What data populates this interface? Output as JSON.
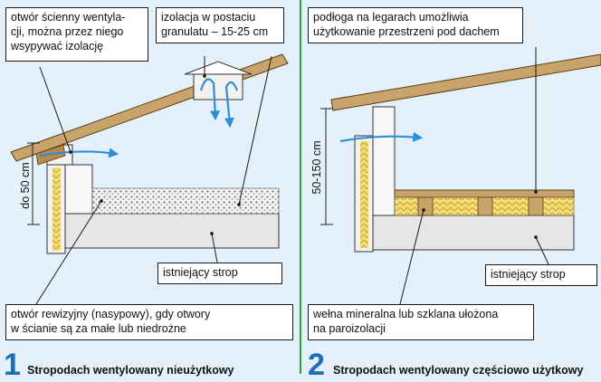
{
  "panels": [
    {
      "number": "1",
      "title": "Stropodach wentylowany nieużytkowy",
      "dimension": "do 50 cm",
      "labels": {
        "wall_vent": "otwór ścienny wentyla-\ncji, można przez niego\nwsypywać izolację",
        "insulation": "izolacja w postaciu\ngranulatu – 15-25 cm",
        "ceiling": "istniejący strop",
        "inspection": "otwór rewizyjny (nasypowy), gdy otwory\nw ścianie są za małe lub niedrożne"
      }
    },
    {
      "number": "2",
      "title": "Stropodach wentylowany częściowo użytkowy",
      "dimension": "50-150 cm",
      "labels": {
        "floor": "podłoga na legarach umożliwia\nużytkowanie przestrzeni pod dachem",
        "ceiling": "istniejący strop",
        "wool": "wełna mineralna lub szklana ułożona\nna paroizolacji"
      }
    }
  ],
  "colors": {
    "background": "#e4f1fb",
    "arrow": "#2f8fd6",
    "concrete": "#eeeeee",
    "wood": "#c9a46a",
    "wall": "#f2f2f2",
    "divider": "#2f9a3e",
    "insulation": "#f3dc74",
    "number": "#1f6fb5"
  }
}
